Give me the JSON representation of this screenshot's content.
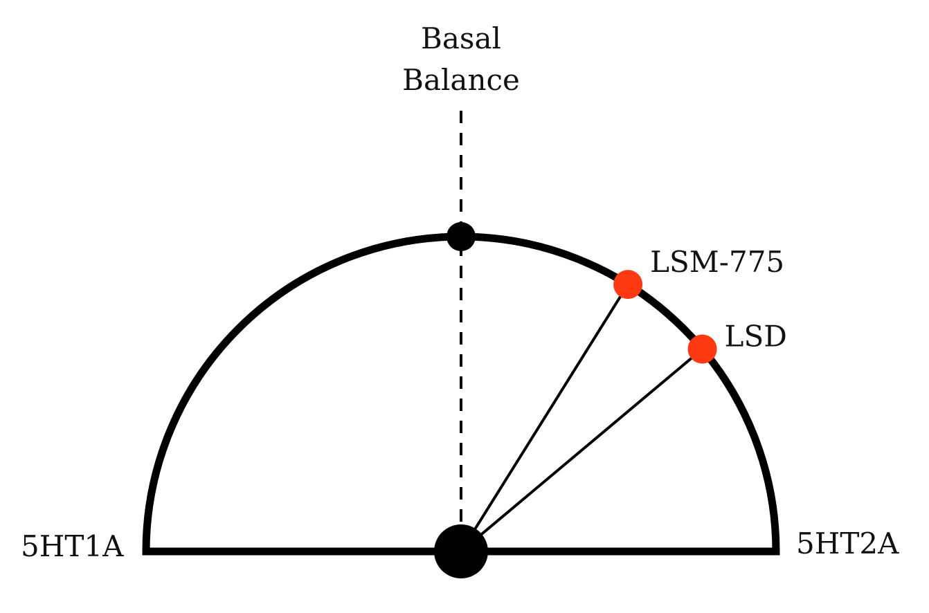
{
  "diagram": {
    "top_label_line1": "Basal",
    "top_label_line2": "Balance",
    "left_label": "5HT1A",
    "right_label": "5HT2A",
    "points": [
      {
        "label": "LSM-775",
        "angle_deg": 58,
        "color": "#ff3a12"
      },
      {
        "label": "LSD",
        "angle_deg": 40,
        "color": "#ff3a12"
      }
    ],
    "colors": {
      "stroke": "#000000",
      "marker": "#ff3a12"
    }
  }
}
